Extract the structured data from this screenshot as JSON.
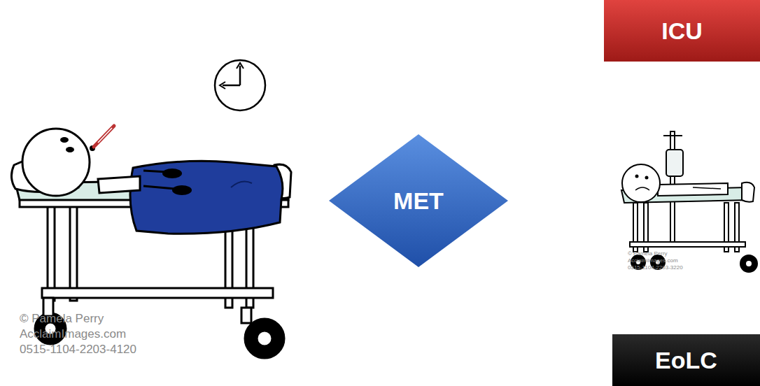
{
  "diagram": {
    "nodes": [
      {
        "text": [
          "ICU"
        ]
      },
      {
        "text": [
          "MET"
        ]
      },
      {
        "text": [
          "EoLC"
        ]
      }
    ],
    "labels": [
      "© Pamela Perry",
      "AcclaimImages.com",
      "0515-1104-2203-4120",
      "© Pamela Perry",
      "AcclaimImages.com",
      "0515-1104-2203-3220"
    ]
  }
}
